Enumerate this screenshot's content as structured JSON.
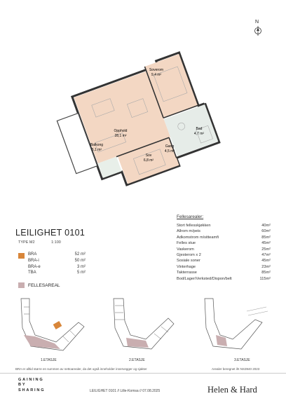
{
  "north": "N",
  "plan": {
    "rooms": [
      {
        "name": "Soverom",
        "area": "9,4 m²"
      },
      {
        "name": "Opphold",
        "area": "28,1 m²"
      },
      {
        "name": "Bad",
        "area": "4,7 m²"
      },
      {
        "name": "Balkong",
        "area": "5,1 m²"
      },
      {
        "name": "Gang",
        "area": "4,5 m²"
      },
      {
        "name": "Sov",
        "area": "6,8 m²"
      }
    ]
  },
  "title": "LEILIGHET 0101",
  "type_label": "TYPE  M2",
  "scale": "1:100",
  "legend": [
    {
      "label": "BRA",
      "value": "52 m²",
      "color": "#d8863a"
    },
    {
      "label": "BRA-i",
      "value": "50 m²",
      "color": ""
    },
    {
      "label": "BRA-e",
      "value": "3 m²",
      "color": ""
    },
    {
      "label": "TBA",
      "value": "5 m²",
      "color": ""
    }
  ],
  "fellesareal": {
    "label": "FELLESAREAL",
    "color": "#c9aeb0"
  },
  "common_areas": {
    "heading": "Fellesarealer:",
    "rows": [
      {
        "name": "Stort fellesskjøkken",
        "value": "40m²"
      },
      {
        "name": "Allrom m/peis",
        "value": "60m²"
      },
      {
        "name": "Adkomstrom m/sitteamfi",
        "value": "85m²"
      },
      {
        "name": "Felles stue",
        "value": "45m²"
      },
      {
        "name": "Vaskerom",
        "value": "25m²"
      },
      {
        "name": "Gjesterom x 2",
        "value": "47m²"
      },
      {
        "name": "Sosiale soner",
        "value": "45m²"
      },
      {
        "name": "Vinterhage",
        "value": "23m²"
      },
      {
        "name": "Takterrasse",
        "value": "85m²"
      },
      {
        "name": "Bod/Lager/Verksted/Dispon/belt",
        "value": "115m²"
      }
    ]
  },
  "floors": [
    "1.ETASJE",
    "2.ETASJE",
    "3.ETASJE"
  ],
  "note": "BRA er alltid større en summen av nettoarealer, da det også inneholder innervegger og sjakter",
  "reg_note": "Arealer beregnet iht NS3940 2023",
  "brand": {
    "line1": "GAINING",
    "line2": "BY",
    "line3": "SHARING"
  },
  "footer": "LEILIGHET 0101  //  Lille-Komsa  //  07.08.2025",
  "architect": "Helen & Hard"
}
